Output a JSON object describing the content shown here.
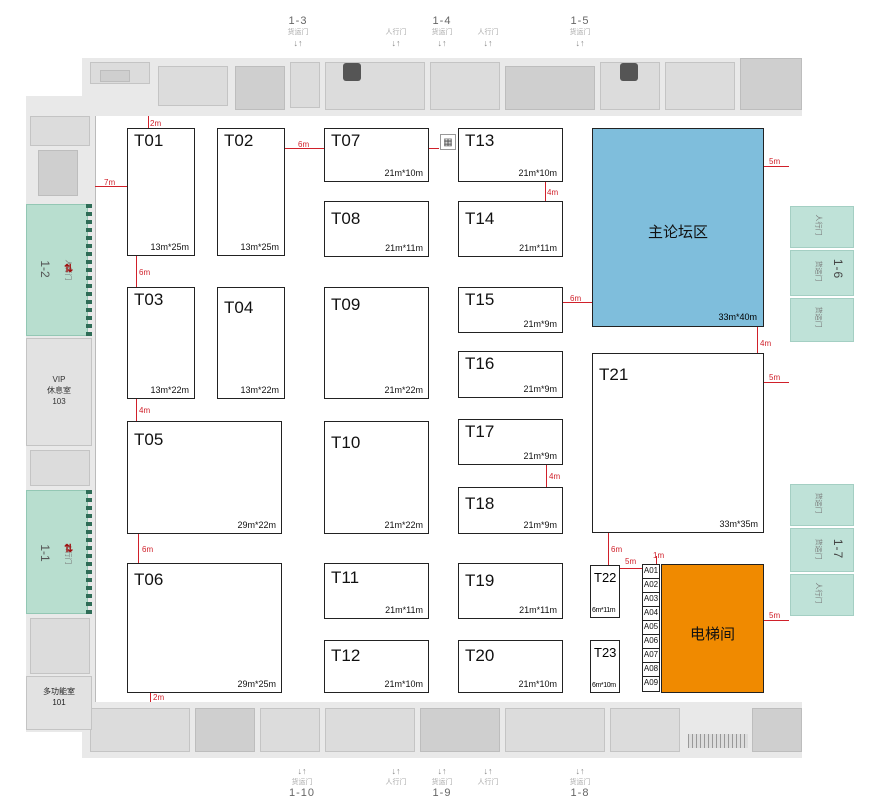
{
  "booths": [
    {
      "id": "T01",
      "size": "13m*25m"
    },
    {
      "id": "T02",
      "size": "13m*25m"
    },
    {
      "id": "T03",
      "size": "13m*22m"
    },
    {
      "id": "T04",
      "size": "13m*22m"
    },
    {
      "id": "T05",
      "size": "29m*22m"
    },
    {
      "id": "T06",
      "size": "29m*25m"
    },
    {
      "id": "T07",
      "size": "21m*10m"
    },
    {
      "id": "T08",
      "size": "21m*11m"
    },
    {
      "id": "T09",
      "size": "21m*22m"
    },
    {
      "id": "T10",
      "size": "21m*22m"
    },
    {
      "id": "T11",
      "size": "21m*11m"
    },
    {
      "id": "T12",
      "size": "21m*10m"
    },
    {
      "id": "T13",
      "size": "21m*10m"
    },
    {
      "id": "T14",
      "size": "21m*11m"
    },
    {
      "id": "T15",
      "size": "21m*9m"
    },
    {
      "id": "T16",
      "size": "21m*9m"
    },
    {
      "id": "T17",
      "size": "21m*9m"
    },
    {
      "id": "T18",
      "size": "21m*9m"
    },
    {
      "id": "T19",
      "size": "21m*11m"
    },
    {
      "id": "T20",
      "size": "21m*10m"
    },
    {
      "id": "T21",
      "size": "33m*35m"
    },
    {
      "id": "T22",
      "size": "6m*11m"
    },
    {
      "id": "T23",
      "size": "6m*10m"
    }
  ],
  "forum": {
    "name": "主论坛区",
    "size": "33m*40m",
    "color": "#7fbedc"
  },
  "elevator": {
    "name": "电梯间",
    "color": "#f08a00"
  },
  "small_booths": [
    "A01",
    "A02",
    "A03",
    "A04",
    "A05",
    "A06",
    "A07",
    "A08",
    "A09"
  ],
  "gaps": {
    "g2m_top": "2m",
    "g7m": "7m",
    "g6m_t01_t02": "6m",
    "g6m_t01_t03": "6m",
    "g4m_t03_t05": "4m",
    "g6m_t05_t06": "6m",
    "g2m_bottom": "2m",
    "g4m_t13_t14": "4m",
    "g6m_t15_forum": "6m",
    "g4m_forum_t21": "4m",
    "g4m_t17_t18": "4m",
    "g5m_forum_right": "5m",
    "g5m_t21_right": "5m",
    "g6m_t21_t22": "6m",
    "g5m_t22_a": "5m",
    "g1m": "1m",
    "g5m_elev_right": "5m"
  },
  "doors_top": [
    {
      "num": "1-3",
      "type": "货运门"
    },
    {
      "num": "",
      "type": "人行门"
    },
    {
      "num": "1-4",
      "type": "货运门"
    },
    {
      "num": "",
      "type": "人行门"
    },
    {
      "num": "1-5",
      "type": "货运门"
    }
  ],
  "doors_bottom": [
    {
      "num": "1-10",
      "type": "货运门"
    },
    {
      "num": "",
      "type": "人行门"
    },
    {
      "num": "1-9",
      "type": "货运门"
    },
    {
      "num": "",
      "type": "人行门"
    },
    {
      "num": "1-8",
      "type": "货运门"
    }
  ],
  "doors_left": [
    {
      "num": "1-2",
      "type": "人行门"
    },
    {
      "num": "1-1",
      "type": "人行门"
    }
  ],
  "doors_right": [
    {
      "type": "人行门"
    },
    {
      "type": "货运门"
    },
    {
      "num": "1-6"
    },
    {
      "type": "货运门"
    },
    {
      "type": "货运门"
    },
    {
      "type": "货运门"
    },
    {
      "num": "1-7"
    },
    {
      "type": "人行门"
    }
  ],
  "rooms": {
    "vip_line1": "VIP",
    "vip_line2": "休息室",
    "vip_line3": "103",
    "multi_line1": "多功能室",
    "multi_line2": "101"
  },
  "arrows": "↓↑"
}
